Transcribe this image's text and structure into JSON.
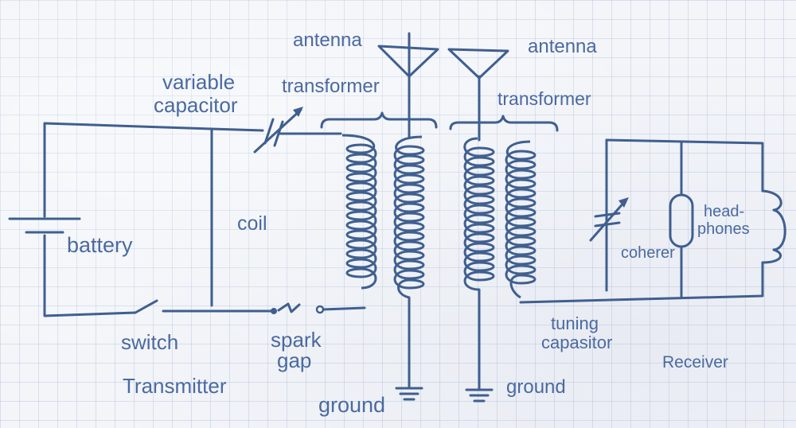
{
  "labels": {
    "antenna_left": "antenna",
    "antenna_right": "antenna",
    "variable_capacitor_1": "variable",
    "variable_capacitor_2": "capacitor",
    "transformer_left": "transformer",
    "transformer_right": "transformer",
    "coil": "coil",
    "battery": "battery",
    "switch": "switch",
    "spark_gap_1": "spark",
    "spark_gap_2": "gap",
    "transmitter": "Transmitter",
    "ground_left": "ground",
    "ground_right": "ground",
    "tuning_capacitor_1": "tuning",
    "tuning_capacitor_2": "capasitor",
    "coherer": "coherer",
    "headphones_1": "head-",
    "headphones_2": "phones",
    "receiver": "Receiver"
  },
  "colors": {
    "ink": "#3f5f8f",
    "label": "#4a6aa0",
    "paper": "#f3f5f9"
  }
}
